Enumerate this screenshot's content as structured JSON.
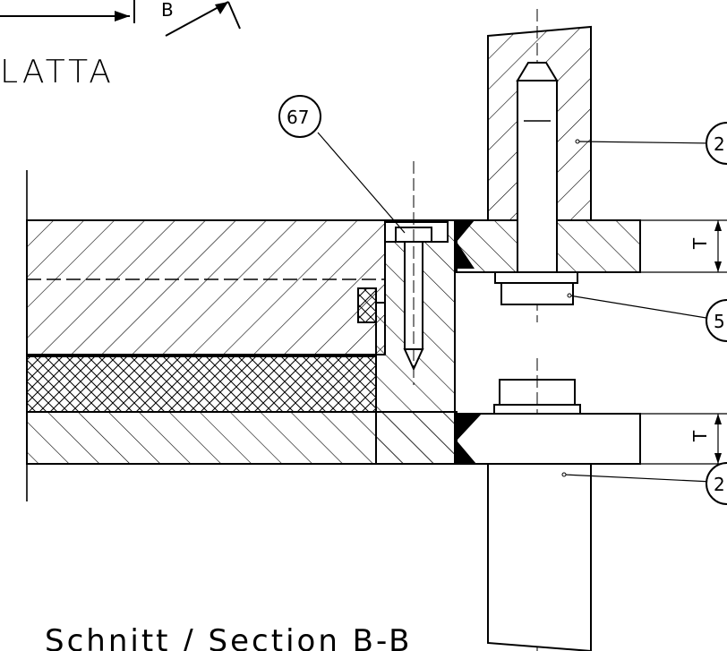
{
  "view_label": "B",
  "material_text": "LATTA",
  "balloon_67": "67",
  "balloon_2_top": "2",
  "balloon_5": "5",
  "balloon_2_bottom": "2",
  "dim_top": "T",
  "dim_bottom": "T",
  "section_title": "Schnitt / Section B-B"
}
